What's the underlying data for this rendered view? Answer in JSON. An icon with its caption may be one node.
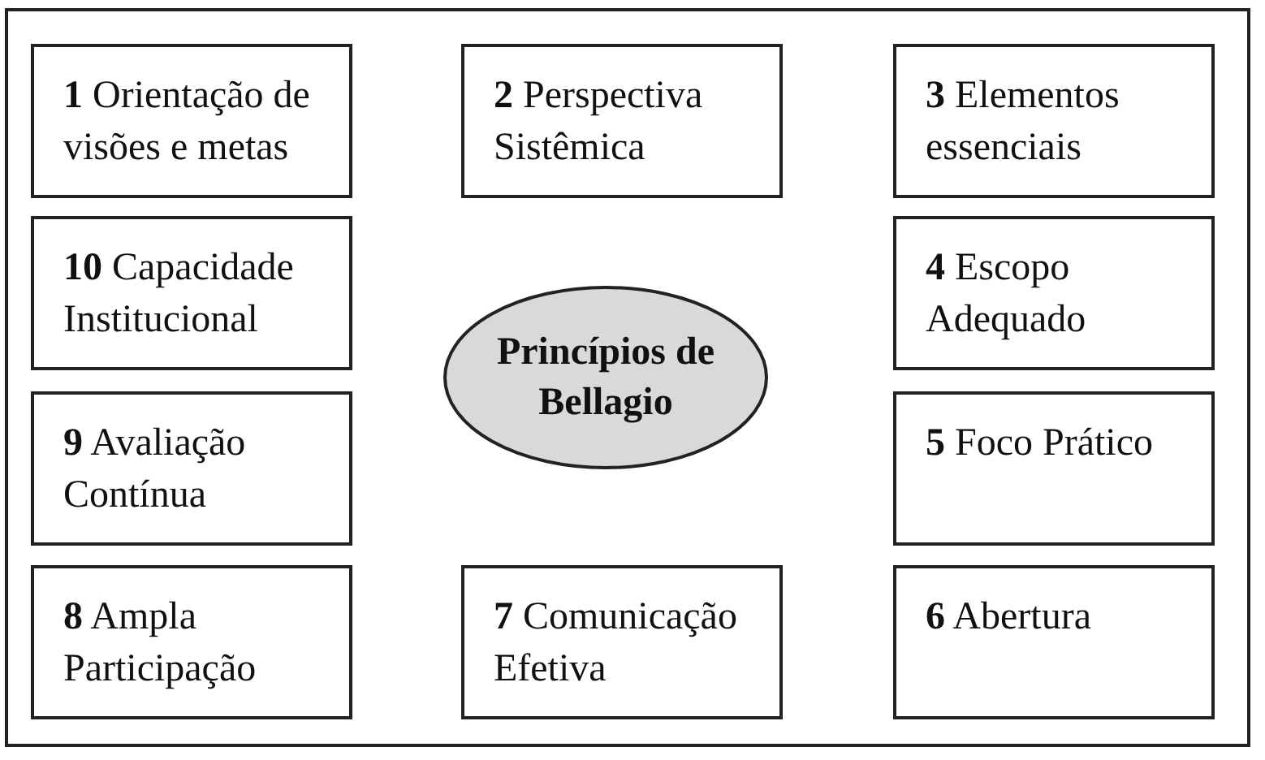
{
  "diagram": {
    "nodes": [
      {
        "text": [
          "**1** Orientação de visões e metas"
        ]
      },
      {
        "text": [
          "**2** Perspectiva Sistêmica"
        ]
      },
      {
        "text": [
          "**3** Elementos essenciais"
        ]
      },
      {
        "text": [
          "**10** Capacidade Institucional"
        ]
      },
      {
        "text": [
          "Princípios de Bellagio"
        ]
      },
      {
        "text": [
          "**4** Escopo Adequado"
        ]
      },
      {
        "text": [
          "**9** Avaliação Contínua"
        ]
      },
      {
        "text": [
          "**5** Foco Prático"
        ]
      },
      {
        "text": [
          "**8** Ampla Participação"
        ]
      },
      {
        "text": [
          "**7** Comunicação Efetiva"
        ]
      },
      {
        "text": [
          "**6** Abertura"
        ]
      }
    ]
  }
}
